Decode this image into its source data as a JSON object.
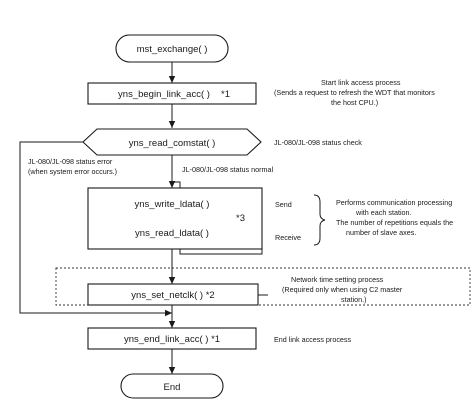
{
  "nodes": {
    "start": "mst_exchange( )",
    "begin_link": "yns_begin_link_acc( )",
    "begin_link_note_ref": "*1",
    "read_comstat": "yns_read_comstat( )",
    "write_ldata": "yns_write_ldata( )",
    "read_ldata": "yns_read_ldata( )",
    "ldata_note_ref": "*3",
    "set_netclk": "yns_set_netclk( ) *2",
    "end_link": "yns_end_link_acc( ) *1",
    "end": "End"
  },
  "annotations": {
    "start_link_title": "Start link access process",
    "start_link_desc_1": "(Sends a request to refresh the WDT that monitors",
    "start_link_desc_2": "the host CPU.)",
    "status_check": "JL-080/JL-098 status check",
    "status_error_1": "JL-080/JL-098 status error",
    "status_error_2": "(when system error occurs.)",
    "status_normal": "JL-080/JL-098 status normal",
    "send": "Send",
    "receive": "Receive",
    "comm_1": "Performs communication processing",
    "comm_2": "with each station.",
    "comm_3": "The number of repetitions equals the",
    "comm_4": "number of slave axes.",
    "net_time_1": "Network time setting process",
    "net_time_2": "(Required only when using C2 master",
    "net_time_3": "station.)",
    "end_link_desc": "End link access process"
  }
}
